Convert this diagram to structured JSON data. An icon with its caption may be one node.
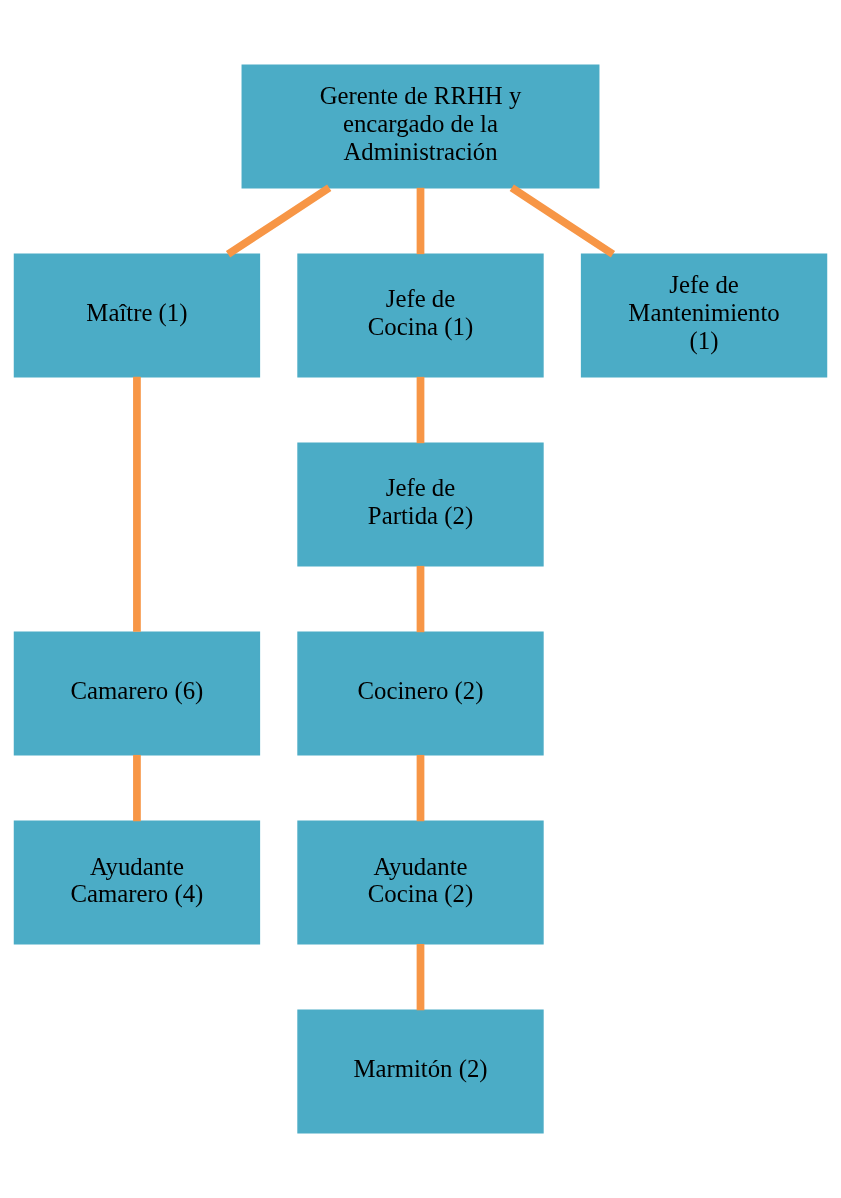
{
  "diagram": {
    "nodes": [
      {
        "text": [
          "Gerente de RRHH y encargado de la Administración"
        ]
      },
      {
        "text": [
          "Maître (1)"
        ]
      },
      {
        "text": [
          "Jefe de Cocina (1)"
        ]
      },
      {
        "text": [
          "Jefe de Mantenimiento (1)"
        ]
      },
      {
        "text": [
          "Jefe de Partida (2)"
        ]
      },
      {
        "text": [
          "Camarero (6)"
        ]
      },
      {
        "text": [
          "Cocinero (2)"
        ]
      },
      {
        "text": [
          "Ayudante Camarero (4)"
        ]
      },
      {
        "text": [
          "Ayudante Cocina (2)"
        ]
      },
      {
        "text": [
          "Marmitón (2)"
        ]
      }
    ],
    "edges": [
      {
        "from": 0,
        "to": 1,
        "arrow": "none"
      },
      {
        "from": 0,
        "to": 2,
        "arrow": "none"
      },
      {
        "from": 0,
        "to": 3,
        "arrow": "none"
      },
      {
        "from": 1,
        "to": 5,
        "arrow": "none"
      },
      {
        "from": 2,
        "to": 4,
        "arrow": "none"
      },
      {
        "from": 4,
        "to": 6,
        "arrow": "none"
      },
      {
        "from": 5,
        "to": 7,
        "arrow": "none"
      },
      {
        "from": 6,
        "to": 8,
        "arrow": "none"
      },
      {
        "from": 8,
        "to": 9,
        "arrow": "none"
      }
    ]
  }
}
